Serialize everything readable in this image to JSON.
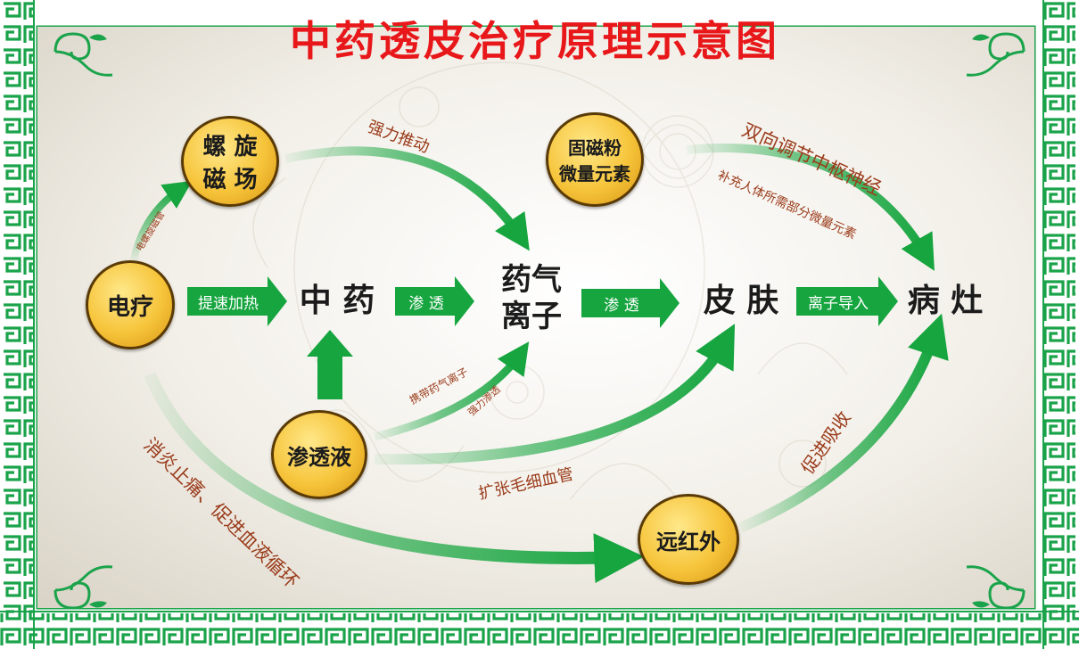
{
  "title": "中药透皮治疗原理示意图",
  "colors": {
    "title": "#e8171a",
    "border_green": "#1aa34a",
    "arrow_green": "#16a53f",
    "label_brown": "#9a3b1a",
    "badge_gold": "#f6c43a"
  },
  "badges": {
    "electrotherapy": "电疗",
    "spiral_field_line1": "螺 旋",
    "spiral_field_line2": "磁 场",
    "magnetic_powder_line1": "固磁粉",
    "magnetic_powder_line2": "微量元素",
    "penetrant": "渗透液",
    "far_infrared": "远红外"
  },
  "nodes": {
    "herbal_medicine": "中 药",
    "herbal_ions_line1": "药气",
    "herbal_ions_line2": "离子",
    "skin": "皮 肤",
    "lesion": "病 灶"
  },
  "arrow_labels": {
    "speed_heating": "提速加热",
    "penetrate_1": "渗 透",
    "penetrate_2": "渗 透",
    "ion_import": "离子导入"
  },
  "curve_labels": {
    "electric_spiral": "电螺旋磁管",
    "strong_push": "强力推动",
    "bidirectional": "双向调节中枢神经",
    "supplement": "补充人体所需部分微量元素",
    "carry_ions": "携带药气离子",
    "strong_penetrate": "强力渗透",
    "expand_capillaries": "扩张毛细血管",
    "anti_inflammation": "消炎止痛、促进血液循环",
    "promote_absorption": "促进吸收"
  }
}
